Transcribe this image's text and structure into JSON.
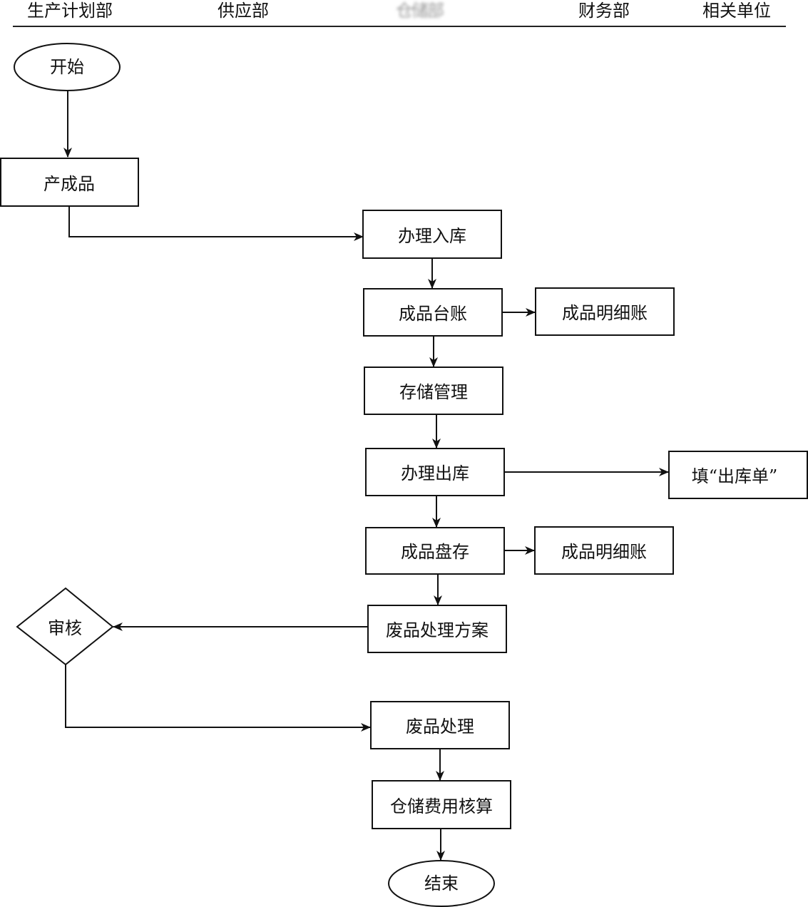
{
  "lanes": [
    "生产计划部",
    "供应部",
    "仓储部",
    "财务部",
    "相关单位"
  ],
  "nodes": {
    "start": "开始",
    "produce": "产成品",
    "stock_in": "办理入库",
    "ledger": "成品台账",
    "detail1": "成品明细账",
    "storage": "存储管理",
    "stock_out": "办理出库",
    "out_form": "填“出库单”",
    "inventory": "成品盘存",
    "detail2": "成品明细账",
    "waste_plan": "废品处理方案",
    "review": "审核",
    "waste": "废品处理",
    "cost": "仓储费用核算",
    "end": "结束"
  }
}
